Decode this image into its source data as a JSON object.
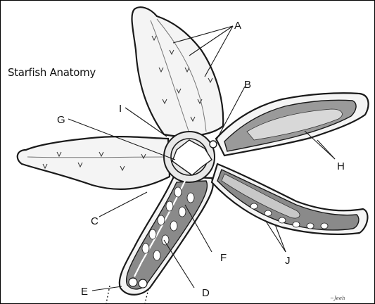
{
  "title": "Starfish Anatomy",
  "labels": {
    "A": "A",
    "B": "B",
    "C": "C",
    "D": "D",
    "E": "E",
    "F": "F",
    "G": "G",
    "H": "H",
    "I": "I",
    "J": "J"
  },
  "signature": "~Jeeh",
  "colors": {
    "outline": "#1a1a1a",
    "body_fill": "#f2f2f2",
    "cutaway_fill": "#8a8a8a",
    "gonad_fill": "#bdbdbd",
    "ampulla_fill": "#ffffff"
  }
}
